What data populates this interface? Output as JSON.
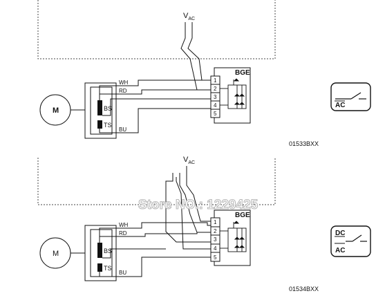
{
  "circuits": [
    {
      "supply_label": "V",
      "supply_subscript": "AC",
      "motor_label": "M",
      "brake_coil_label": "BS",
      "temp_switch_label": "TS",
      "wire_labels": [
        "WH",
        "RD",
        "BU"
      ],
      "rectifier_label": "BGE",
      "terminals": [
        "1",
        "2",
        "3",
        "4",
        "5"
      ],
      "drawing_code": "01533BXX",
      "switch_symbol_labels": [
        "AC"
      ]
    },
    {
      "supply_label": "V",
      "supply_subscript": "AC",
      "motor_label": "M",
      "brake_coil_label": "BS",
      "temp_switch_label": "TS",
      "wire_labels": [
        "WH",
        "RD",
        "BU"
      ],
      "rectifier_label": "BGE",
      "terminals": [
        "1",
        "2",
        "3",
        "4",
        "5"
      ],
      "drawing_code": "01534BXX",
      "switch_symbol_labels": [
        "DC",
        "AC"
      ]
    }
  ],
  "watermark": "Store NO.: 1229425"
}
